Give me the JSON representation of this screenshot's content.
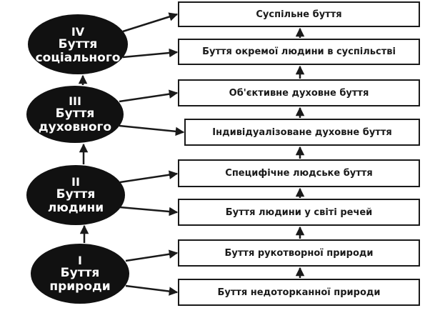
{
  "diagram": {
    "colors": {
      "ink": "#1a1a1a",
      "oval": "#111111",
      "box_border": "#1a1a1a",
      "oval_text": "#ffffff"
    },
    "levels": [
      {
        "numeral": "IV",
        "line1": "Буття",
        "line2": "соціального"
      },
      {
        "numeral": "III",
        "line1": "Буття",
        "line2": "духовного"
      },
      {
        "numeral": "II",
        "line1": "Буття",
        "line2": "людини"
      },
      {
        "numeral": "I",
        "line1": "Буття",
        "line2": "природи"
      }
    ],
    "boxes": [
      "Суспільне буття",
      "Буття окремої людини в суспільстві",
      "Об'єктивне духовне буття",
      "Індивідуалізоване духовне буття",
      "Специфічне людське буття",
      "Буття людини у світі речей",
      "Буття рукотворної природи",
      "Буття недоторканної природи"
    ]
  }
}
